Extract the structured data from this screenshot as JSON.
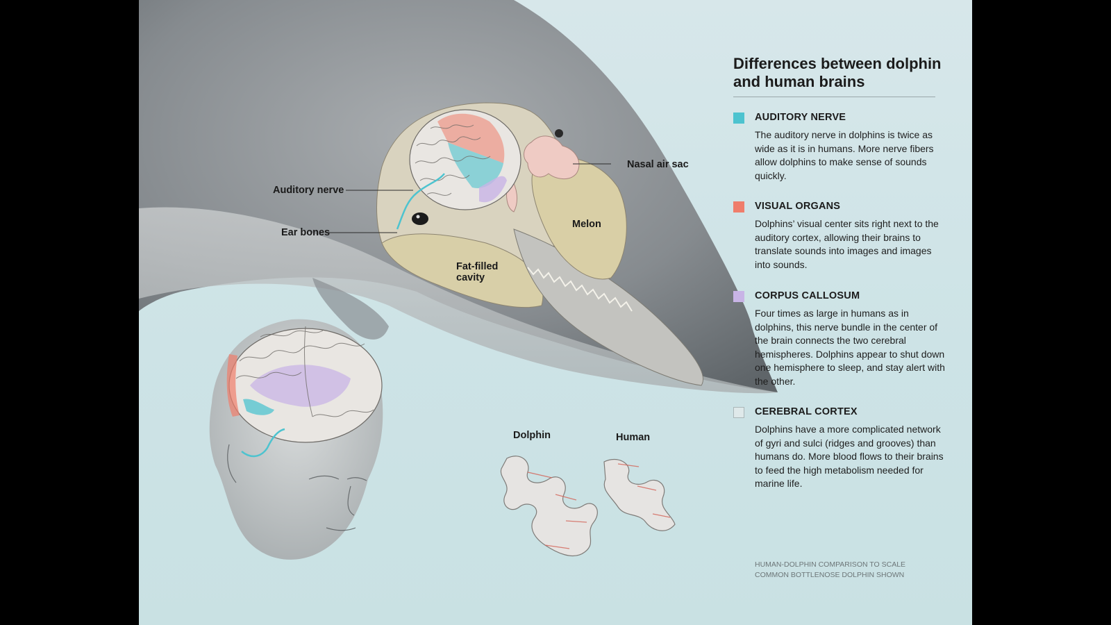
{
  "title": "Differences between dolphin and human brains",
  "callouts": {
    "auditory_nerve": "Auditory nerve",
    "ear_bones": "Ear bones",
    "fat_filled_cavity_line1": "Fat-filled",
    "fat_filled_cavity_line2": "cavity",
    "melon": "Melon",
    "nasal_air_sac": "Nasal air sac"
  },
  "legend": [
    {
      "heading": "AUDITORY NERVE",
      "color": "#4dc3cf",
      "text": "The auditory nerve in dolphins is twice as wide as it is in humans. More nerve fibers allow dolphins to make sense of sounds quickly."
    },
    {
      "heading": "VISUAL ORGANS",
      "color": "#ef7d6b",
      "text": "Dolphins’ visual center sits right next to the auditory cortex, allowing their brains to translate sounds into images and images into sounds."
    },
    {
      "heading": "CORPUS CALLOSUM",
      "color": "#c8b4e6",
      "text": "Four times as large in humans as in dolphins, this nerve bundle in the center of the brain connects the two cerebral hemispheres. Dolphins appear to shut down one hemisphere to sleep, and stay alert with the other."
    },
    {
      "heading": "CEREBRAL CORTEX",
      "color": "#dfe9ea",
      "text": "Dolphins have a more complicated network of gyri and sulci (ridges and grooves) than humans do. More blood flows to their brains to feed the high metabolism needed for marine life."
    }
  ],
  "cortex_sections": {
    "dolphin_label": "Dolphin",
    "human_label": "Human"
  },
  "footnote": {
    "line1": "HUMAN-DOLPHIN COMPARISON TO SCALE",
    "line2": "COMMON BOTTLENOSE DOLPHIN SHOWN"
  }
}
